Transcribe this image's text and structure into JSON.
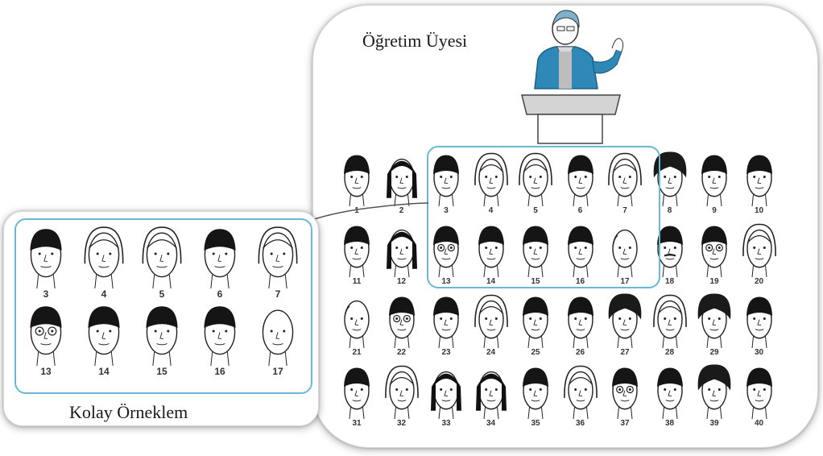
{
  "labels": {
    "lecturer": "Öğretim Üyesi",
    "sample": "Kolay Örneklem"
  },
  "colors": {
    "highlight": "#6bb8d6",
    "jacket": "#2e89b9",
    "ink": "#1a1a1a"
  },
  "population": [
    {
      "n": "1",
      "hair": "short"
    },
    {
      "n": "2",
      "hair": "long"
    },
    {
      "n": "3",
      "hair": "short"
    },
    {
      "n": "4",
      "hair": "bob"
    },
    {
      "n": "5",
      "hair": "bob"
    },
    {
      "n": "6",
      "hair": "short"
    },
    {
      "n": "7",
      "hair": "bob"
    },
    {
      "n": "8",
      "hair": "curly"
    },
    {
      "n": "9",
      "hair": "short"
    },
    {
      "n": "10",
      "hair": "short"
    },
    {
      "n": "11",
      "hair": "short"
    },
    {
      "n": "12",
      "hair": "long"
    },
    {
      "n": "13",
      "hair": "glasses"
    },
    {
      "n": "14",
      "hair": "short"
    },
    {
      "n": "15",
      "hair": "short"
    },
    {
      "n": "16",
      "hair": "short"
    },
    {
      "n": "17",
      "hair": "bald"
    },
    {
      "n": "18",
      "hair": "mustache"
    },
    {
      "n": "19",
      "hair": "glasses"
    },
    {
      "n": "20",
      "hair": "bob"
    },
    {
      "n": "21",
      "hair": "bald"
    },
    {
      "n": "22",
      "hair": "glasses"
    },
    {
      "n": "23",
      "hair": "short"
    },
    {
      "n": "24",
      "hair": "bob"
    },
    {
      "n": "25",
      "hair": "short"
    },
    {
      "n": "26",
      "hair": "short"
    },
    {
      "n": "27",
      "hair": "curly"
    },
    {
      "n": "28",
      "hair": "bob"
    },
    {
      "n": "29",
      "hair": "curly"
    },
    {
      "n": "30",
      "hair": "short"
    },
    {
      "n": "31",
      "hair": "short"
    },
    {
      "n": "32",
      "hair": "bob"
    },
    {
      "n": "33",
      "hair": "long"
    },
    {
      "n": "34",
      "hair": "long"
    },
    {
      "n": "35",
      "hair": "short"
    },
    {
      "n": "36",
      "hair": "bob"
    },
    {
      "n": "37",
      "hair": "glasses"
    },
    {
      "n": "38",
      "hair": "short"
    },
    {
      "n": "39",
      "hair": "curly"
    },
    {
      "n": "40",
      "hair": "short"
    }
  ],
  "sample": [
    {
      "n": "3",
      "hair": "short"
    },
    {
      "n": "4",
      "hair": "bob"
    },
    {
      "n": "5",
      "hair": "bob"
    },
    {
      "n": "6",
      "hair": "short"
    },
    {
      "n": "7",
      "hair": "bob"
    },
    {
      "n": "13",
      "hair": "glasses"
    },
    {
      "n": "14",
      "hair": "short"
    },
    {
      "n": "15",
      "hair": "short"
    },
    {
      "n": "16",
      "hair": "short"
    },
    {
      "n": "17",
      "hair": "bald"
    }
  ]
}
